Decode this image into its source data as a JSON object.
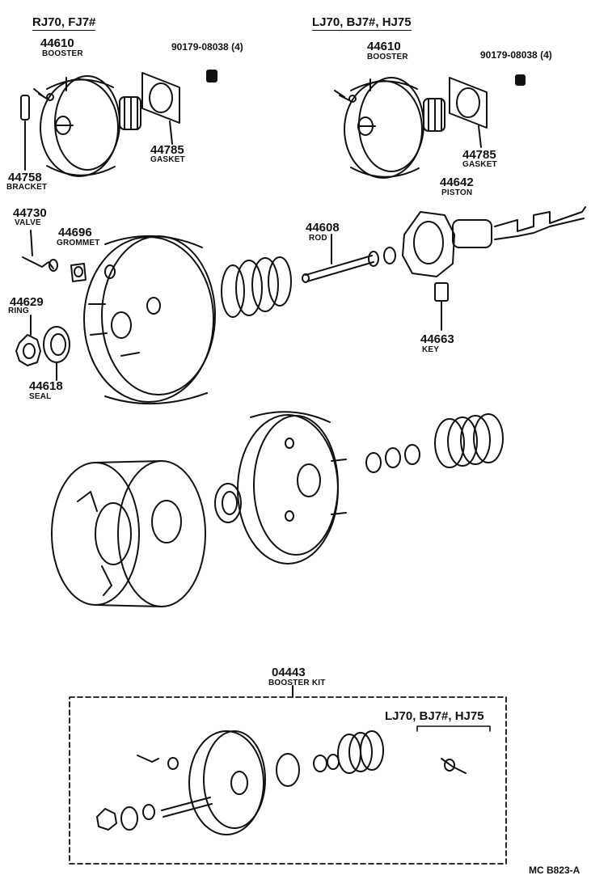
{
  "variants": {
    "left": "RJ70, FJ7#",
    "right": "LJ70, BJ7#, HJ75",
    "kit": "LJ70, BJ7#, HJ75"
  },
  "parts": {
    "booster_left": {
      "number": "44610",
      "name": "BOOSTER"
    },
    "booster_right": {
      "number": "44610",
      "name": "BOOSTER"
    },
    "nut_left": {
      "number": "90179-08038 (4)"
    },
    "nut_right": {
      "number": "90179-08038 (4)"
    },
    "gasket_left": {
      "number": "44785",
      "name": "GASKET"
    },
    "gasket_right": {
      "number": "44785",
      "name": "GASKET"
    },
    "bracket": {
      "number": "44758",
      "name": "BRACKET"
    },
    "valve": {
      "number": "44730",
      "name": "VALVE"
    },
    "grommet": {
      "number": "44696",
      "name": "GROMMET"
    },
    "rod": {
      "number": "44608",
      "name": "ROD"
    },
    "piston": {
      "number": "44642",
      "name": "PISTON"
    },
    "key": {
      "number": "44663",
      "name": "KEY"
    },
    "ring": {
      "number": "44629",
      "name": "RING"
    },
    "seal": {
      "number": "44618",
      "name": "SEAL"
    },
    "kit": {
      "number": "04443",
      "name": "BOOSTER KIT"
    }
  },
  "figure_code": "MC B823-A",
  "colors": {
    "ink": "#111111",
    "paper": "#ffffff"
  }
}
